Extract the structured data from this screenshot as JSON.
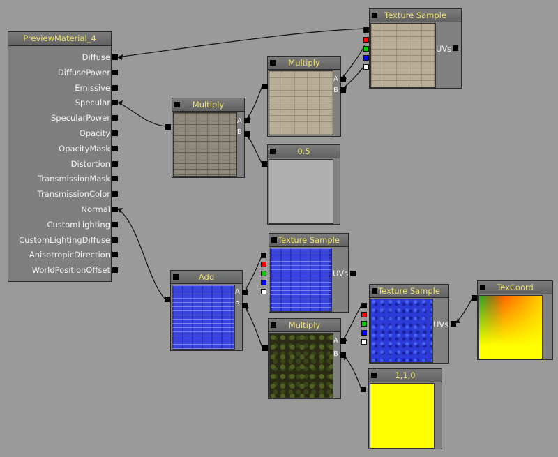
{
  "material": {
    "title": "PreviewMaterial_4",
    "inputs": [
      "Diffuse",
      "DiffusePower",
      "Emissive",
      "Specular",
      "SpecularPower",
      "Opacity",
      "OpacityMask",
      "Distortion",
      "TransmissionMask",
      "TransmissionColor",
      "Normal",
      "CustomLighting",
      "CustomLightingDiffuse",
      "AnisotropicDirection",
      "WorldPositionOffset"
    ]
  },
  "nodes": {
    "tex_sample_top": {
      "title": "Texture Sample",
      "output": "UVs"
    },
    "multiply_top": {
      "title": "Multiply",
      "in_a": "A",
      "in_b": "B"
    },
    "multiply_mid": {
      "title": "Multiply",
      "in_a": "A",
      "in_b": "B"
    },
    "const_half": {
      "title": "0.5"
    },
    "tex_sample_mid": {
      "title": "Texture Sample",
      "output": "UVs"
    },
    "add": {
      "title": "Add",
      "in_a": "A",
      "in_b": "B"
    },
    "tex_sample_low": {
      "title": "Texture Sample",
      "output": "UVs"
    },
    "multiply_low": {
      "title": "Multiply",
      "in_a": "A",
      "in_b": "B"
    },
    "const_vec": {
      "title": "1,1,0"
    },
    "texcoord": {
      "title": "TexCoord"
    }
  },
  "colors": {
    "background": "#999a99",
    "node_body": "#808080",
    "title_text": "#f0e26a",
    "channel_r": "#ff0000",
    "channel_g": "#00cc00",
    "channel_b": "#0000ff",
    "channel_a": "#ffffff"
  }
}
